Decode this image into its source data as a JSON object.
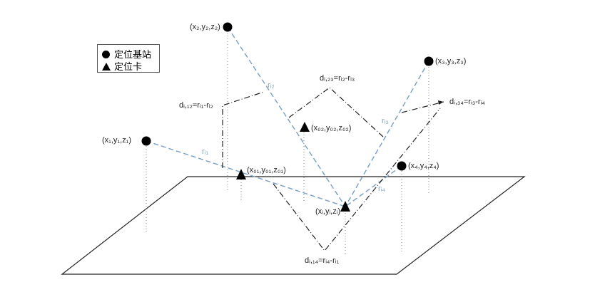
{
  "legend": {
    "base_station": "定位基站",
    "tag": "定位卡"
  },
  "stations": [
    {
      "label": "(x₁,y₁,z₁)"
    },
    {
      "label": "(x₂,y₂,z₂)"
    },
    {
      "label": "(x₃,y₃,z₃)"
    },
    {
      "label": "(x₄,y₄,z₄)"
    }
  ],
  "tags": [
    {
      "label": "(x₀₁,y₀₁,z₀₁)"
    },
    {
      "label": "(x₀₂,y₀₂,z₀₂)"
    },
    {
      "label": "(xᵢ,yᵢ,zᵢ)"
    }
  ],
  "ranges": {
    "r1": "rᵢ₁",
    "r2": "rᵢ₂",
    "r3": "rᵢ₃",
    "r4": "rᵢ₄"
  },
  "differences": {
    "d12": "dᵢ,₁₂=rᵢ₁-rᵢ₂",
    "d23": "dᵢ,₂₃=rᵢ₂-rᵢ₃",
    "d34": "dᵢ,₃₄=rᵢ₃-rᵢ₄",
    "d14": "dᵢ,₁₄=rᵢ₄-rᵢ₁"
  },
  "colors": {
    "range_line": "#7fa3c8",
    "ink": "#000000"
  }
}
